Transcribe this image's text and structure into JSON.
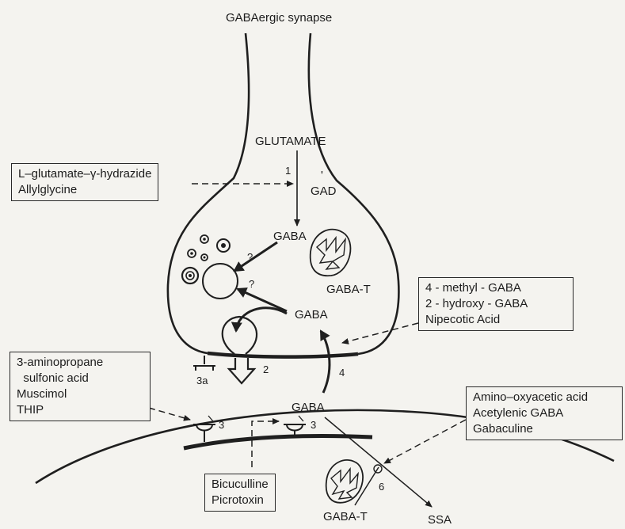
{
  "title": "GABAergic synapse",
  "labels": {
    "glutamate": "GLUTAMATE",
    "gad": "GAD",
    "gaba_top": "GABA",
    "gaba_t_presyn": "GABA-T",
    "gaba_mid": "GABA",
    "gaba_cleft": "GABA",
    "gaba_t_post": "GABA-T",
    "ssa": "SSA",
    "q1": "?",
    "q2": "?",
    "tick": "'",
    "n1": "1",
    "n2": "2",
    "n3a": "3a",
    "n3_left": "3",
    "n3_right": "3",
    "n4": "4",
    "n6": "6"
  },
  "boxes": {
    "gad_inhibitors": [
      "L–glutamate–γ-hydrazide",
      "Allylglycine"
    ],
    "uptake_inhibitors": [
      "4 - methyl - GABA",
      "2 - hydroxy - GABA",
      "Nipecotic Acid"
    ],
    "receptor_agonists": [
      "3-aminopropane",
      "  sulfonic acid",
      "Muscimol",
      "THIP"
    ],
    "transaminase_inhibitors": [
      "Amino–oxyacetic acid",
      "Acetylenic GABA",
      "Gabaculine"
    ],
    "receptor_antagonists": [
      "Bicuculline",
      "Picrotoxin"
    ]
  }
}
